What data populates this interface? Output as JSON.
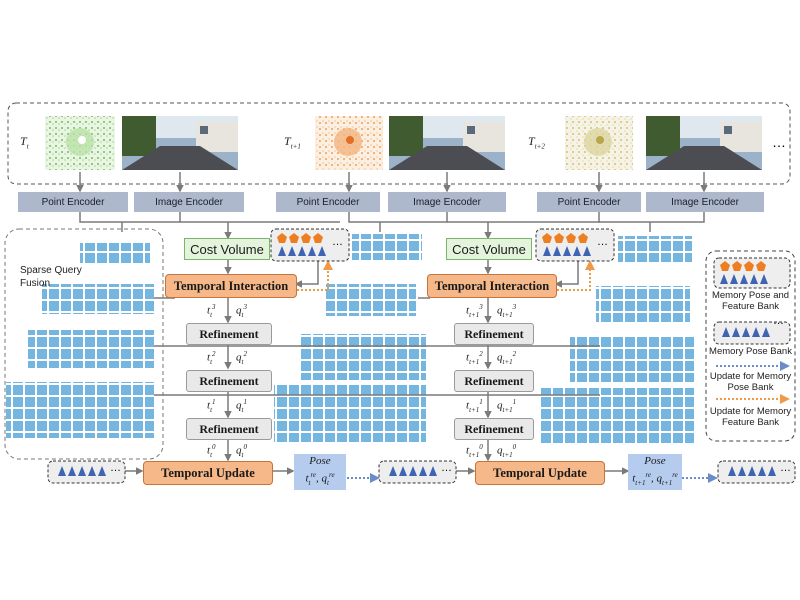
{
  "frames": [
    {
      "time": "T",
      "time_sub": "t"
    },
    {
      "time": "T",
      "time_sub": "t+1"
    },
    {
      "time": "T",
      "time_sub": "t+2"
    }
  ],
  "more_frames": "…",
  "encoders": {
    "point": "Point Encoder",
    "image": "Image Encoder"
  },
  "cost_volume": "Cost Volume",
  "temporal_interaction": "Temporal Interaction",
  "refinement": "Refinement",
  "temporal_update": "Temporal Update",
  "sparse_query_fusion": "Sparse Query\nFusion",
  "pose_label": "Pose",
  "bank_ellipsis": "…",
  "queries_t": {
    "var_t": "t",
    "var_q": "q",
    "sub": "t",
    "levels": [
      "3",
      "2",
      "1",
      "0"
    ]
  },
  "queries_t1": {
    "var_t": "t",
    "var_q": "q",
    "sub": "t+1",
    "levels": [
      "3",
      "2",
      "1",
      "0"
    ]
  },
  "pose_outputs": [
    {
      "sub": "t",
      "sup": "re"
    },
    {
      "sub": "t+1",
      "sup": "re"
    }
  ],
  "legend": {
    "memory_pose_feature_bank": "Memory Pose and\nFeature Bank",
    "memory_pose_bank": "Memory Pose Bank",
    "update_pose_bank": "Update for Memory\nPose Bank",
    "update_feature_bank": "Update for Memory\nFeature Bank"
  },
  "colors": {
    "encoder": "#adb8cc",
    "cost_volume": "#e4f4dc",
    "temporal": "#f6b888",
    "refinement": "#e9e9e9",
    "pose": "#b5ccef",
    "cube": "#6cb0dc",
    "pentagon": "#ef7d22",
    "triangle": "#3f64b4",
    "pose_update_arrow": "#6a8cc8",
    "feature_update_arrow": "#ef9a4a"
  }
}
